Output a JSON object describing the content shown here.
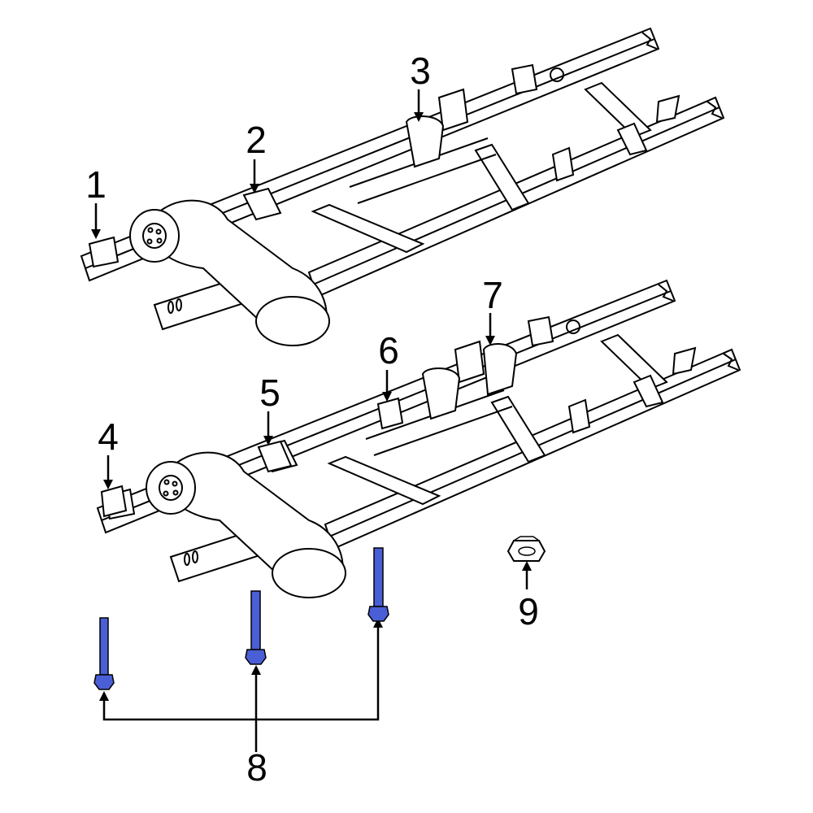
{
  "callouts": {
    "c1": "1",
    "c2": "2",
    "c3": "3",
    "c4": "4",
    "c5": "5",
    "c6": "6",
    "c7": "7",
    "c8": "8",
    "c9": "9"
  },
  "colors": {
    "highlight_part": "#4a5fd6",
    "line": "#000000",
    "background": "#ffffff"
  }
}
